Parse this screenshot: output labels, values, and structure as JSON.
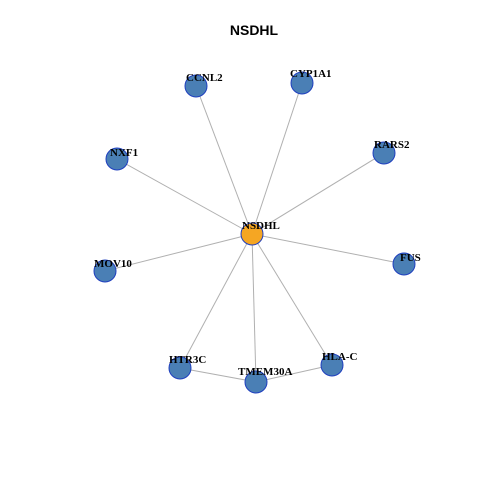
{
  "title": "NSDHL",
  "colors": {
    "center_fill": "#f5a623",
    "node_fill": "#4a7fb5",
    "node_stroke": "#1f3fbf",
    "edge": "#b0b0b0"
  },
  "nodes": [
    {
      "id": "NSDHL",
      "label": "NSDHL",
      "role": "center"
    },
    {
      "id": "CCNL2",
      "label": "CCNL2",
      "role": "neighbor"
    },
    {
      "id": "CYP1A1",
      "label": "CYP1A1",
      "role": "neighbor"
    },
    {
      "id": "RARS2",
      "label": "RARS2",
      "role": "neighbor"
    },
    {
      "id": "NXF1",
      "label": "NXF1",
      "role": "neighbor"
    },
    {
      "id": "FUS",
      "label": "FUS",
      "role": "neighbor"
    },
    {
      "id": "MOV10",
      "label": "MOV10",
      "role": "neighbor"
    },
    {
      "id": "HLA-C",
      "label": "HLA-C",
      "role": "neighbor"
    },
    {
      "id": "HTR3C",
      "label": "HTR3C",
      "role": "neighbor"
    },
    {
      "id": "TMEM30A",
      "label": "TMEM30A",
      "role": "neighbor"
    }
  ],
  "edges": [
    [
      "NSDHL",
      "CCNL2"
    ],
    [
      "NSDHL",
      "CYP1A1"
    ],
    [
      "NSDHL",
      "RARS2"
    ],
    [
      "NSDHL",
      "NXF1"
    ],
    [
      "NSDHL",
      "FUS"
    ],
    [
      "NSDHL",
      "MOV10"
    ],
    [
      "NSDHL",
      "HLA-C"
    ],
    [
      "NSDHL",
      "HTR3C"
    ],
    [
      "NSDHL",
      "TMEM30A"
    ],
    [
      "HTR3C",
      "TMEM30A"
    ],
    [
      "TMEM30A",
      "HLA-C"
    ]
  ]
}
